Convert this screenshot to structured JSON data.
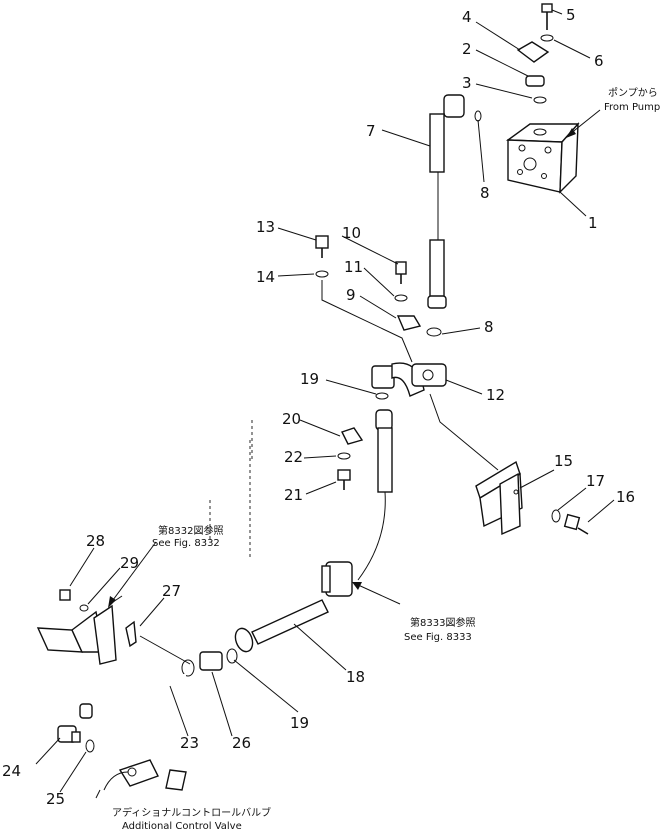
{
  "callouts": {
    "c1": "1",
    "c2": "2",
    "c3": "3",
    "c4": "4",
    "c5": "5",
    "c6": "6",
    "c7": "7",
    "c8a": "8",
    "c8b": "8",
    "c9": "9",
    "c10": "10",
    "c11": "11",
    "c12": "12",
    "c13": "13",
    "c14": "14",
    "c15": "15",
    "c16": "16",
    "c17": "17",
    "c18": "18",
    "c19a": "19",
    "c19b": "19",
    "c20": "20",
    "c21": "21",
    "c22": "22",
    "c23": "23",
    "c24": "24",
    "c25": "25",
    "c26": "26",
    "c27": "27",
    "c28": "28",
    "c29": "29"
  },
  "notes": {
    "from_pump_jp": "ポンプから",
    "from_pump_en": "From Pump",
    "fig8332_jp": "第8332図参照",
    "fig8332_en": "See Fig. 8332",
    "fig8333_jp": "第8333図参照",
    "fig8333_en": "See Fig. 8333",
    "acv_jp": "アディショナルコントロールバルブ",
    "acv_en": "Additional Control Valve"
  }
}
